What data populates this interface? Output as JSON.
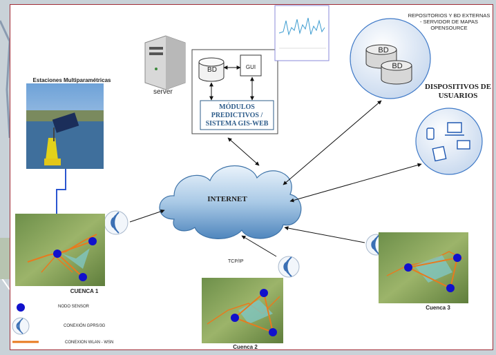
{
  "labels": {
    "estaciones": "Estaciones Multiparamétricas",
    "server": "server",
    "bd": "BD",
    "gui": "GUI",
    "modulos": "MÓDULOS PREDICTIVOS / SISTEMA GIS-WEB",
    "repositorios": "REPOSITORIOS Y BD EXTERNAS - SERVIDOR DE MAPAS OPENSOURCE",
    "dispositivos": "DISPOSITIVOS DE USUARIOS",
    "internet": "INTERNET",
    "tcpip": "TCP/IP",
    "cuenca1": "CUENCA 1",
    "cuenca2": "Cuenca 2",
    "cuenca3": "Cuenca 3"
  },
  "legend": {
    "nodo_sensor": "NODO SENSOR",
    "conexion_gprs": "CONEXIÓN GPRS/3G",
    "conexion_wlan": "CONEXION WLAN - WSN"
  },
  "colors": {
    "panel_border": "#a02a35",
    "node_blue": "#1111cc",
    "wlan_orange": "#e87a1e",
    "module_blue": "#2e5c8a",
    "cloud_blue": "#6fa3d6"
  },
  "icons": {
    "server": "server-icon",
    "buoy": "buoy-station-photo",
    "wireless": "wireless-signal-icon",
    "database": "database-icon",
    "devices": "user-devices-icon"
  }
}
